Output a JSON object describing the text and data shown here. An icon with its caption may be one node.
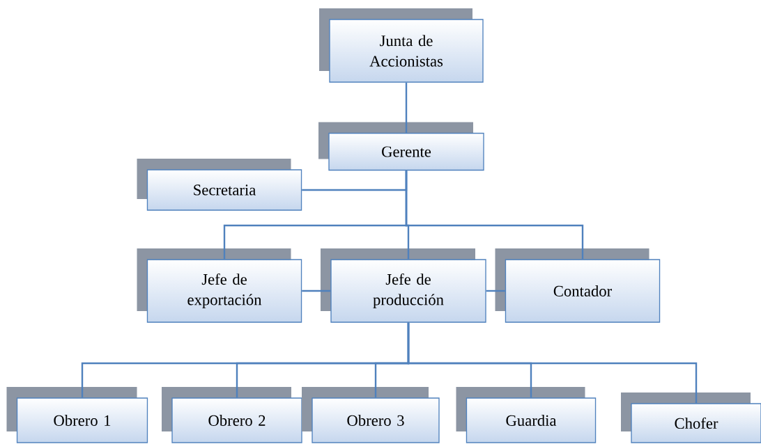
{
  "diagram": {
    "nodes": [
      {
        "text": [
          "Junta de Accionistas"
        ]
      },
      {
        "text": [
          "Gerente"
        ]
      },
      {
        "text": [
          "Secretaria"
        ]
      },
      {
        "text": [
          "Jefe de exportación"
        ]
      },
      {
        "text": [
          "Jefe de producción"
        ]
      },
      {
        "text": [
          "Contador"
        ]
      },
      {
        "text": [
          "Obrero 1"
        ]
      },
      {
        "text": [
          "Obrero 2"
        ]
      },
      {
        "text": [
          "Obrero 3"
        ]
      },
      {
        "text": [
          "Guardia"
        ]
      },
      {
        "text": [
          "Chofer"
        ]
      }
    ],
    "edges": [
      {
        "from": 0,
        "to": 1,
        "arrow": "none"
      },
      {
        "from": 1,
        "to": 2,
        "arrow": "none"
      },
      {
        "from": 1,
        "to": 3,
        "arrow": "none"
      },
      {
        "from": 1,
        "to": 4,
        "arrow": "none"
      },
      {
        "from": 1,
        "to": 5,
        "arrow": "none"
      },
      {
        "from": 3,
        "to": 4,
        "arrow": "none"
      },
      {
        "from": 4,
        "to": 5,
        "arrow": "none"
      },
      {
        "from": 4,
        "to": 6,
        "arrow": "none"
      },
      {
        "from": 4,
        "to": 7,
        "arrow": "none"
      },
      {
        "from": 4,
        "to": 8,
        "arrow": "none"
      },
      {
        "from": 4,
        "to": 9,
        "arrow": "none"
      },
      {
        "from": 4,
        "to": 10,
        "arrow": "none"
      }
    ]
  }
}
